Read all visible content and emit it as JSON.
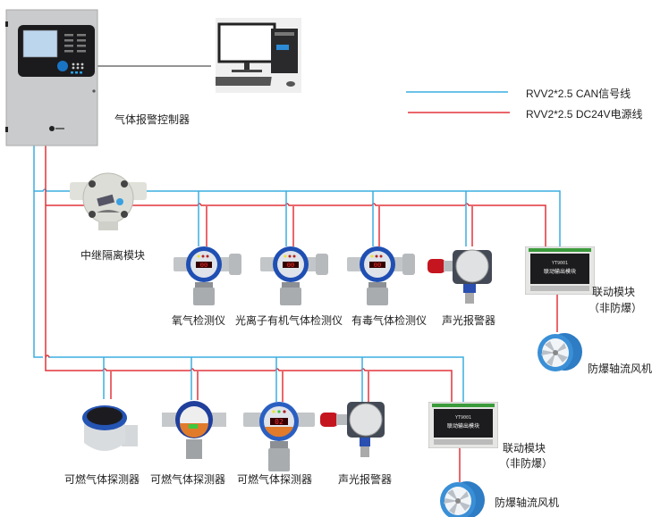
{
  "diagram": {
    "title": "Gas alarm system wiring diagram",
    "colors": {
      "can_signal": "#3aaee0",
      "power": "#e2343a",
      "pc_link": "#555555"
    },
    "legend": [
      {
        "type": "can_signal",
        "label": "RVV2*2.5 CAN信号线"
      },
      {
        "type": "power",
        "label": "RVV2*2.5 DC24V电源线"
      }
    ],
    "controller": {
      "label": "气体报警控制器"
    },
    "computer": {
      "label": ""
    },
    "relay_module": {
      "label": "中继隔离模块"
    },
    "branch_top": {
      "devices": [
        {
          "kind": "detector",
          "label": "氧气检测仪",
          "display": "00"
        },
        {
          "kind": "detector",
          "label": "光离子有机气体检测仪",
          "display": "00"
        },
        {
          "kind": "detector",
          "label": "有毒气体检测仪",
          "display": "00"
        },
        {
          "kind": "alarm",
          "label": "声光报警器"
        }
      ],
      "linkage_module": {
        "label_line1": "联动模块",
        "label_line2": "（非防爆）",
        "panel_code": "YT9001",
        "panel_text": "联动输出模块"
      },
      "fan": {
        "label": "防爆轴流风机"
      }
    },
    "branch_bottom": {
      "devices": [
        {
          "kind": "detector-can",
          "label": "可燃气体探测器"
        },
        {
          "kind": "detector-round",
          "label": "可燃气体探测器"
        },
        {
          "kind": "detector",
          "label": "可燃气体探测器",
          "display": "02"
        },
        {
          "kind": "alarm",
          "label": "声光报警器"
        }
      ],
      "linkage_module": {
        "label_line1": "联动模块",
        "label_line2": "（非防爆）",
        "panel_code": "YT9001",
        "panel_text": "联动输出模块"
      },
      "fan": {
        "label": "防爆轴流风机"
      }
    }
  }
}
